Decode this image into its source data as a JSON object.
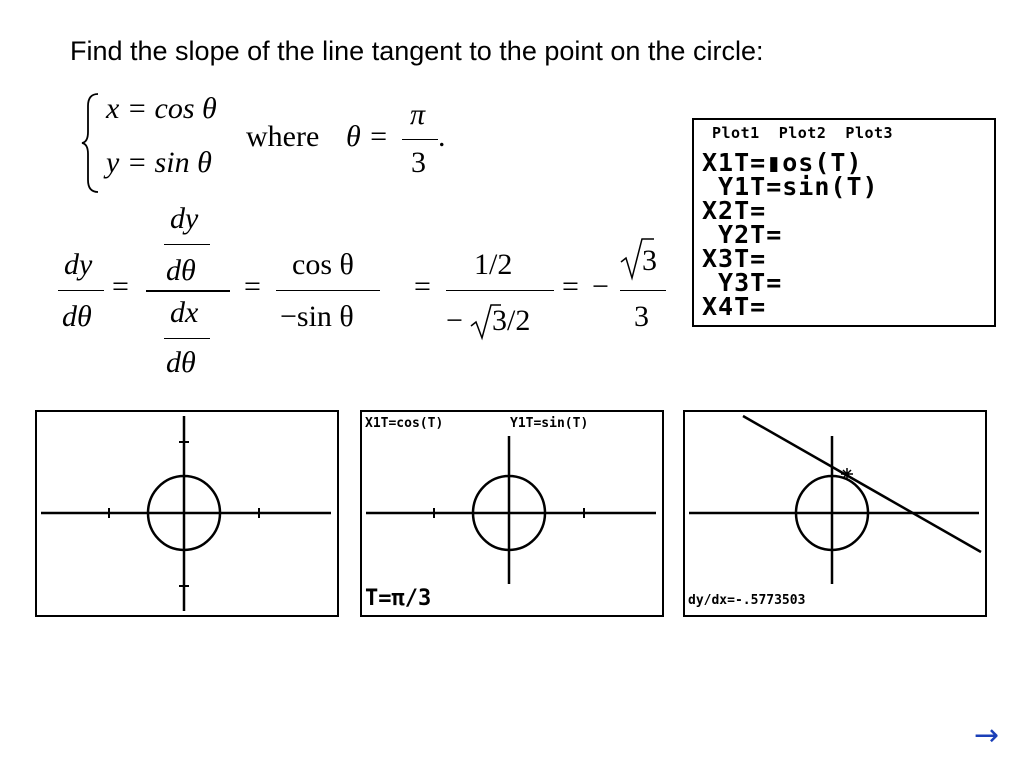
{
  "heading": "Find the slope of the line tangent to the point on the circle:",
  "system": {
    "eq1": "x = cos θ",
    "eq2": "y = sin θ",
    "where": "where",
    "theta_eq": "θ =",
    "pi": "π",
    "three": "3",
    "period": "."
  },
  "derivation": {
    "dy": "dy",
    "dtheta": "dθ",
    "dx": "dx",
    "eq": "=",
    "cos_theta": "cos θ",
    "neg_sin_theta": "−sin θ",
    "half": "1/2",
    "neg": "−",
    "sqrt3_over_2": "3/2",
    "sqrt3": "3",
    "three": "3"
  },
  "y_editor": {
    "header": "Plot1  Plot2  Plot3",
    "lines": [
      "X1T=▮os(T)",
      " Y1T=sin(T)",
      "X2T=",
      " Y2T=",
      "X3T=",
      " Y3T=",
      "X4T="
    ]
  },
  "graphs": {
    "g2_x_label": "X1T=cos(T)",
    "g2_y_label": "Y1T=sin(T)",
    "g2_t_label": "T=π/3",
    "g3_result": "dy/dx=-.5773503"
  },
  "nav": {
    "next_arrow": "→"
  }
}
